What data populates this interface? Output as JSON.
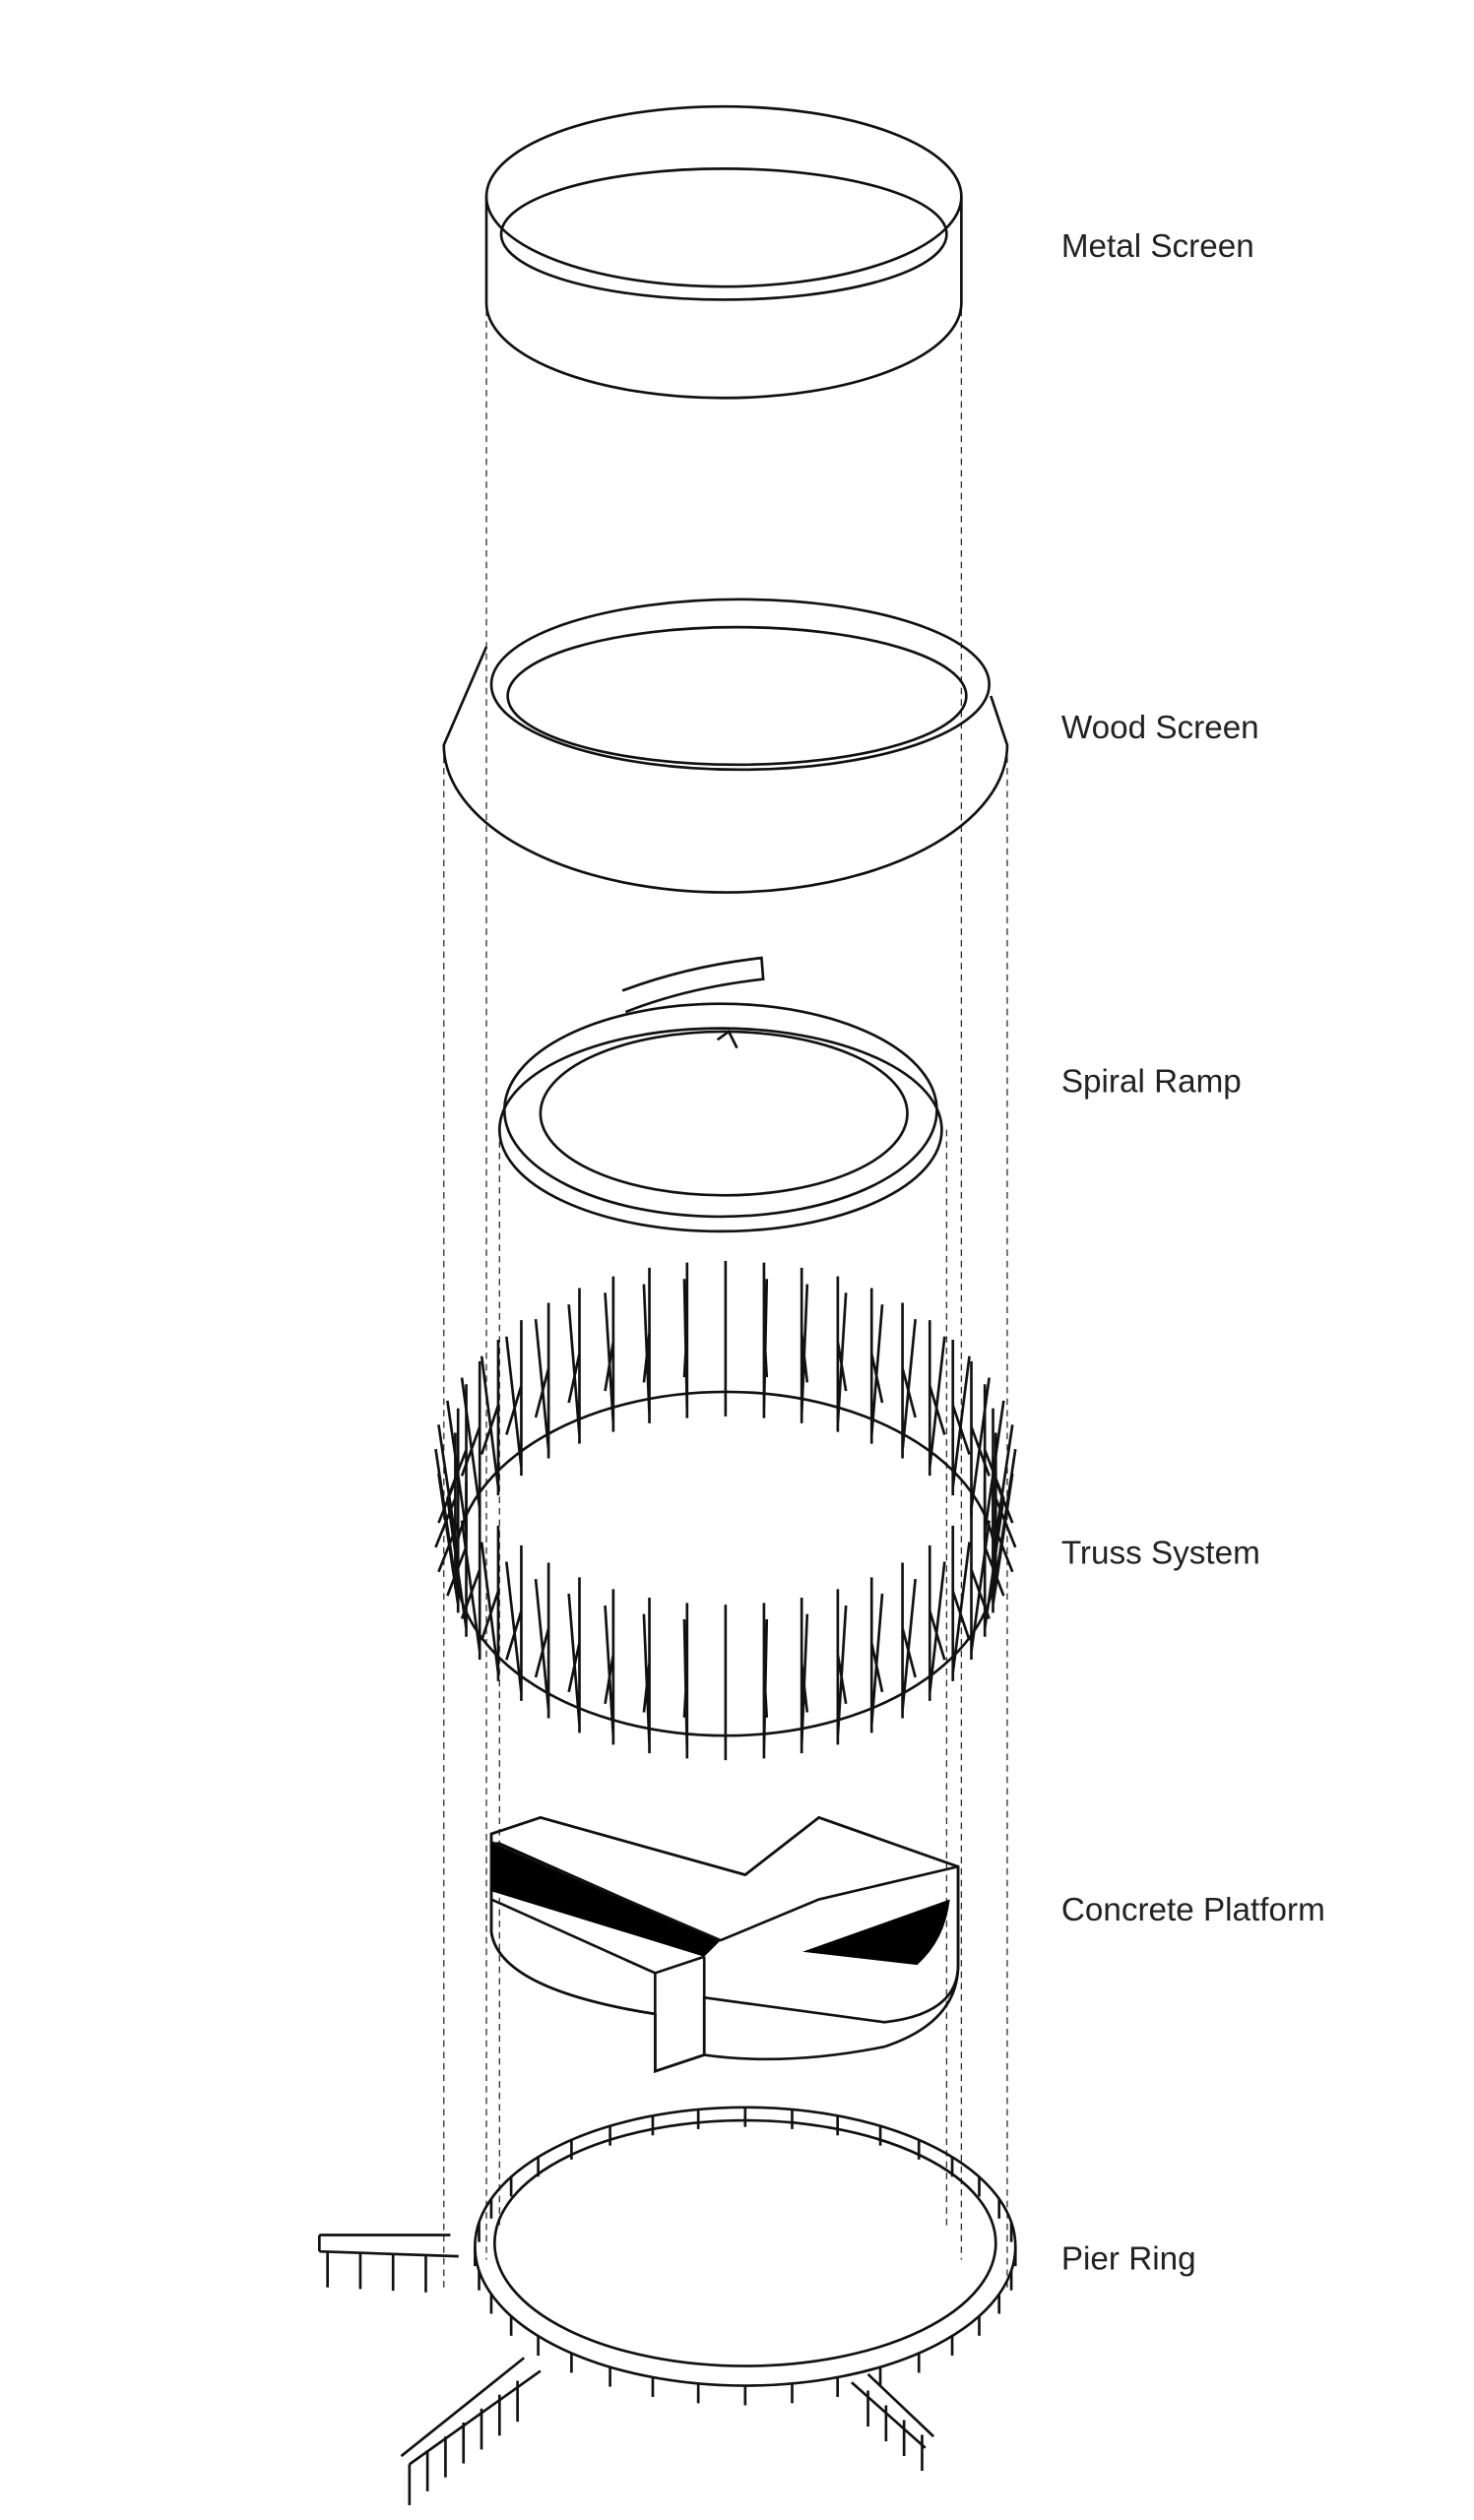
{
  "diagram": {
    "layers": [
      {
        "label": "Metal Screen"
      },
      {
        "label": "Wood Screen"
      },
      {
        "label": "Spiral Ramp"
      },
      {
        "label": "Truss System"
      },
      {
        "label": "Concrete Platform"
      },
      {
        "label": "Pier Ring"
      }
    ]
  }
}
